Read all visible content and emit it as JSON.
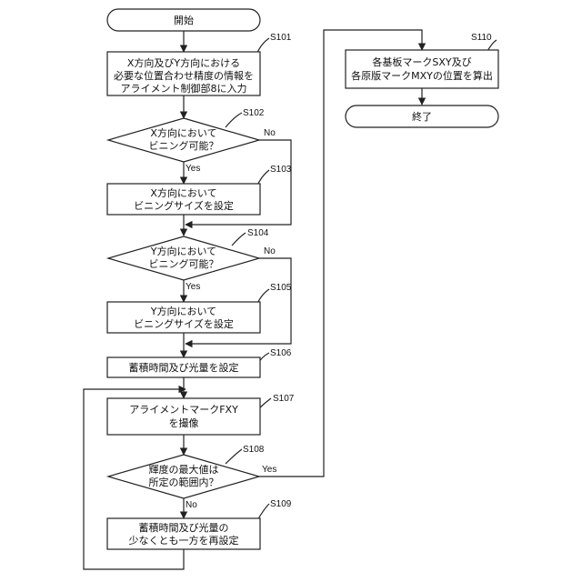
{
  "start": "開始",
  "end": "終了",
  "steps": {
    "s101": {
      "id": "S101",
      "lines": [
        "X方向及びY方向における",
        "必要な位置合わせ精度の情報を",
        "アライメント制御部8に入力"
      ]
    },
    "s102": {
      "id": "S102",
      "lines": [
        "X方向において",
        "ビニング可能？"
      ]
    },
    "s103": {
      "id": "S103",
      "lines": [
        "X方向において",
        "ビニングサイズを設定"
      ]
    },
    "s104": {
      "id": "S104",
      "lines": [
        "Y方向において",
        "ビニング可能？"
      ]
    },
    "s105": {
      "id": "S105",
      "lines": [
        "Y方向において",
        "ビニングサイズを設定"
      ]
    },
    "s106": {
      "id": "S106",
      "lines": [
        "蓄積時間及び光量を設定"
      ]
    },
    "s107": {
      "id": "S107",
      "lines": [
        "アライメントマークFXY",
        "を撮像"
      ]
    },
    "s108": {
      "id": "S108",
      "lines": [
        "輝度の最大値は",
        "所定の範囲内？"
      ]
    },
    "s109": {
      "id": "S109",
      "lines": [
        "蓄積時間及び光量の",
        "少なくとも一方を再設定"
      ]
    },
    "s110": {
      "id": "S110",
      "lines": [
        "各基板マークSXY及び",
        "各原版マークMXYの位置を算出"
      ]
    }
  },
  "branches": {
    "yes": "Yes",
    "no": "No"
  }
}
